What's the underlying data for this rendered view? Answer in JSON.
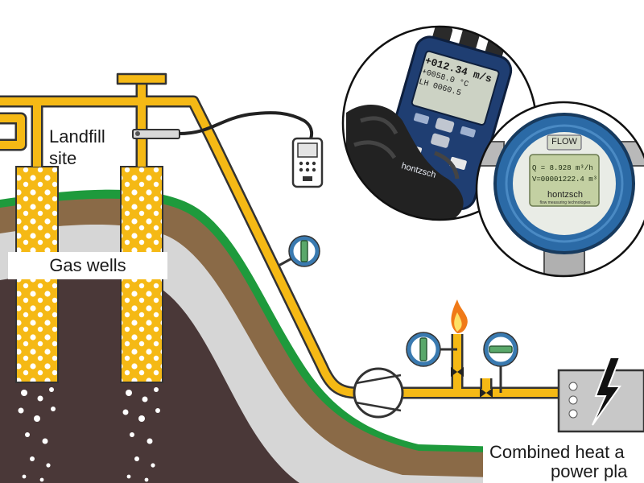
{
  "labels": {
    "landfill_line1": "Landfill",
    "landfill_line2": "site",
    "gas_wells": "Gas wells",
    "chp_line1": "Combined heat a",
    "chp_line2": "power pla"
  },
  "handheld_display": {
    "brand": "hontzsch",
    "line1": "+012.34 m/s",
    "line2": "+0058.0 °C",
    "line3": "LH 0060.5"
  },
  "transmitter_display": {
    "title": "FLOW",
    "line1": "Q = 8.928 m³/h",
    "line2": "V=00001222.4 m³",
    "brand": "hontzsch",
    "tagline": "flow measuring technologies"
  },
  "colors": {
    "pipe": "#f5b915",
    "pipe_outline": "#333333",
    "grass": "#1e9a3c",
    "soil": "#8a6a47",
    "rock": "#d6d6d6",
    "waste": "#4a3838",
    "flame": "#f07a18",
    "gauge_ring": "#3a7ab0",
    "gauge_bar": "#5aa86a"
  }
}
